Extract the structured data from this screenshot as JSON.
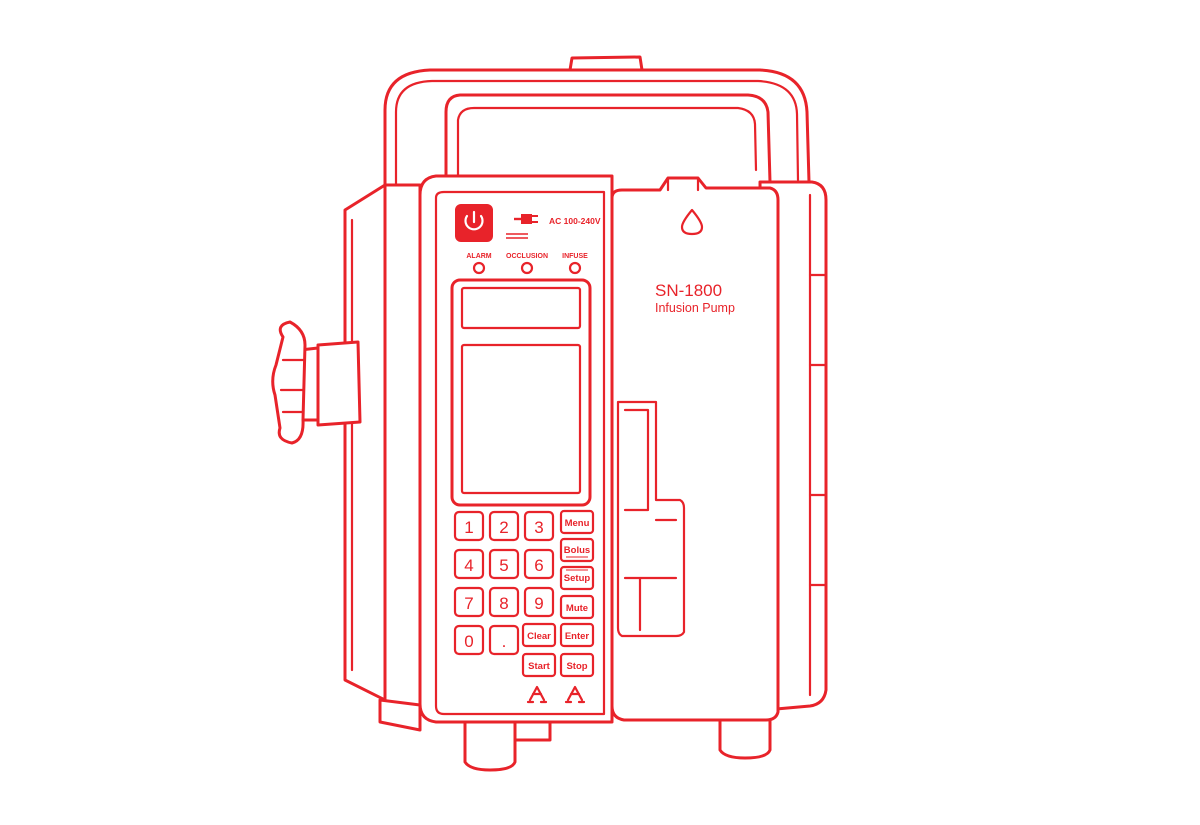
{
  "power": {
    "icon": "power-icon",
    "plug_icon": "plug-icon",
    "voltage_label": "AC 100-240V"
  },
  "indicators": [
    {
      "label": "ALARM"
    },
    {
      "label": "OCCLUSION"
    },
    {
      "label": "INFUSE"
    }
  ],
  "door": {
    "drop_icon": "drop-icon",
    "model": "SN-1800",
    "subtitle": "Infusion Pump"
  },
  "keypad": {
    "digits": [
      "1",
      "2",
      "3",
      "4",
      "5",
      "6",
      "7",
      "8",
      "9",
      "0",
      "."
    ],
    "functions": {
      "menu": "Menu",
      "bolus": "Bolus",
      "setup": "Setup",
      "mute": "Mute",
      "enter": "Enter",
      "clear": "Clear",
      "start": "Start",
      "stop": "Stop"
    }
  },
  "colors": {
    "line": "#e8232a",
    "power_button": "#e8232a"
  }
}
